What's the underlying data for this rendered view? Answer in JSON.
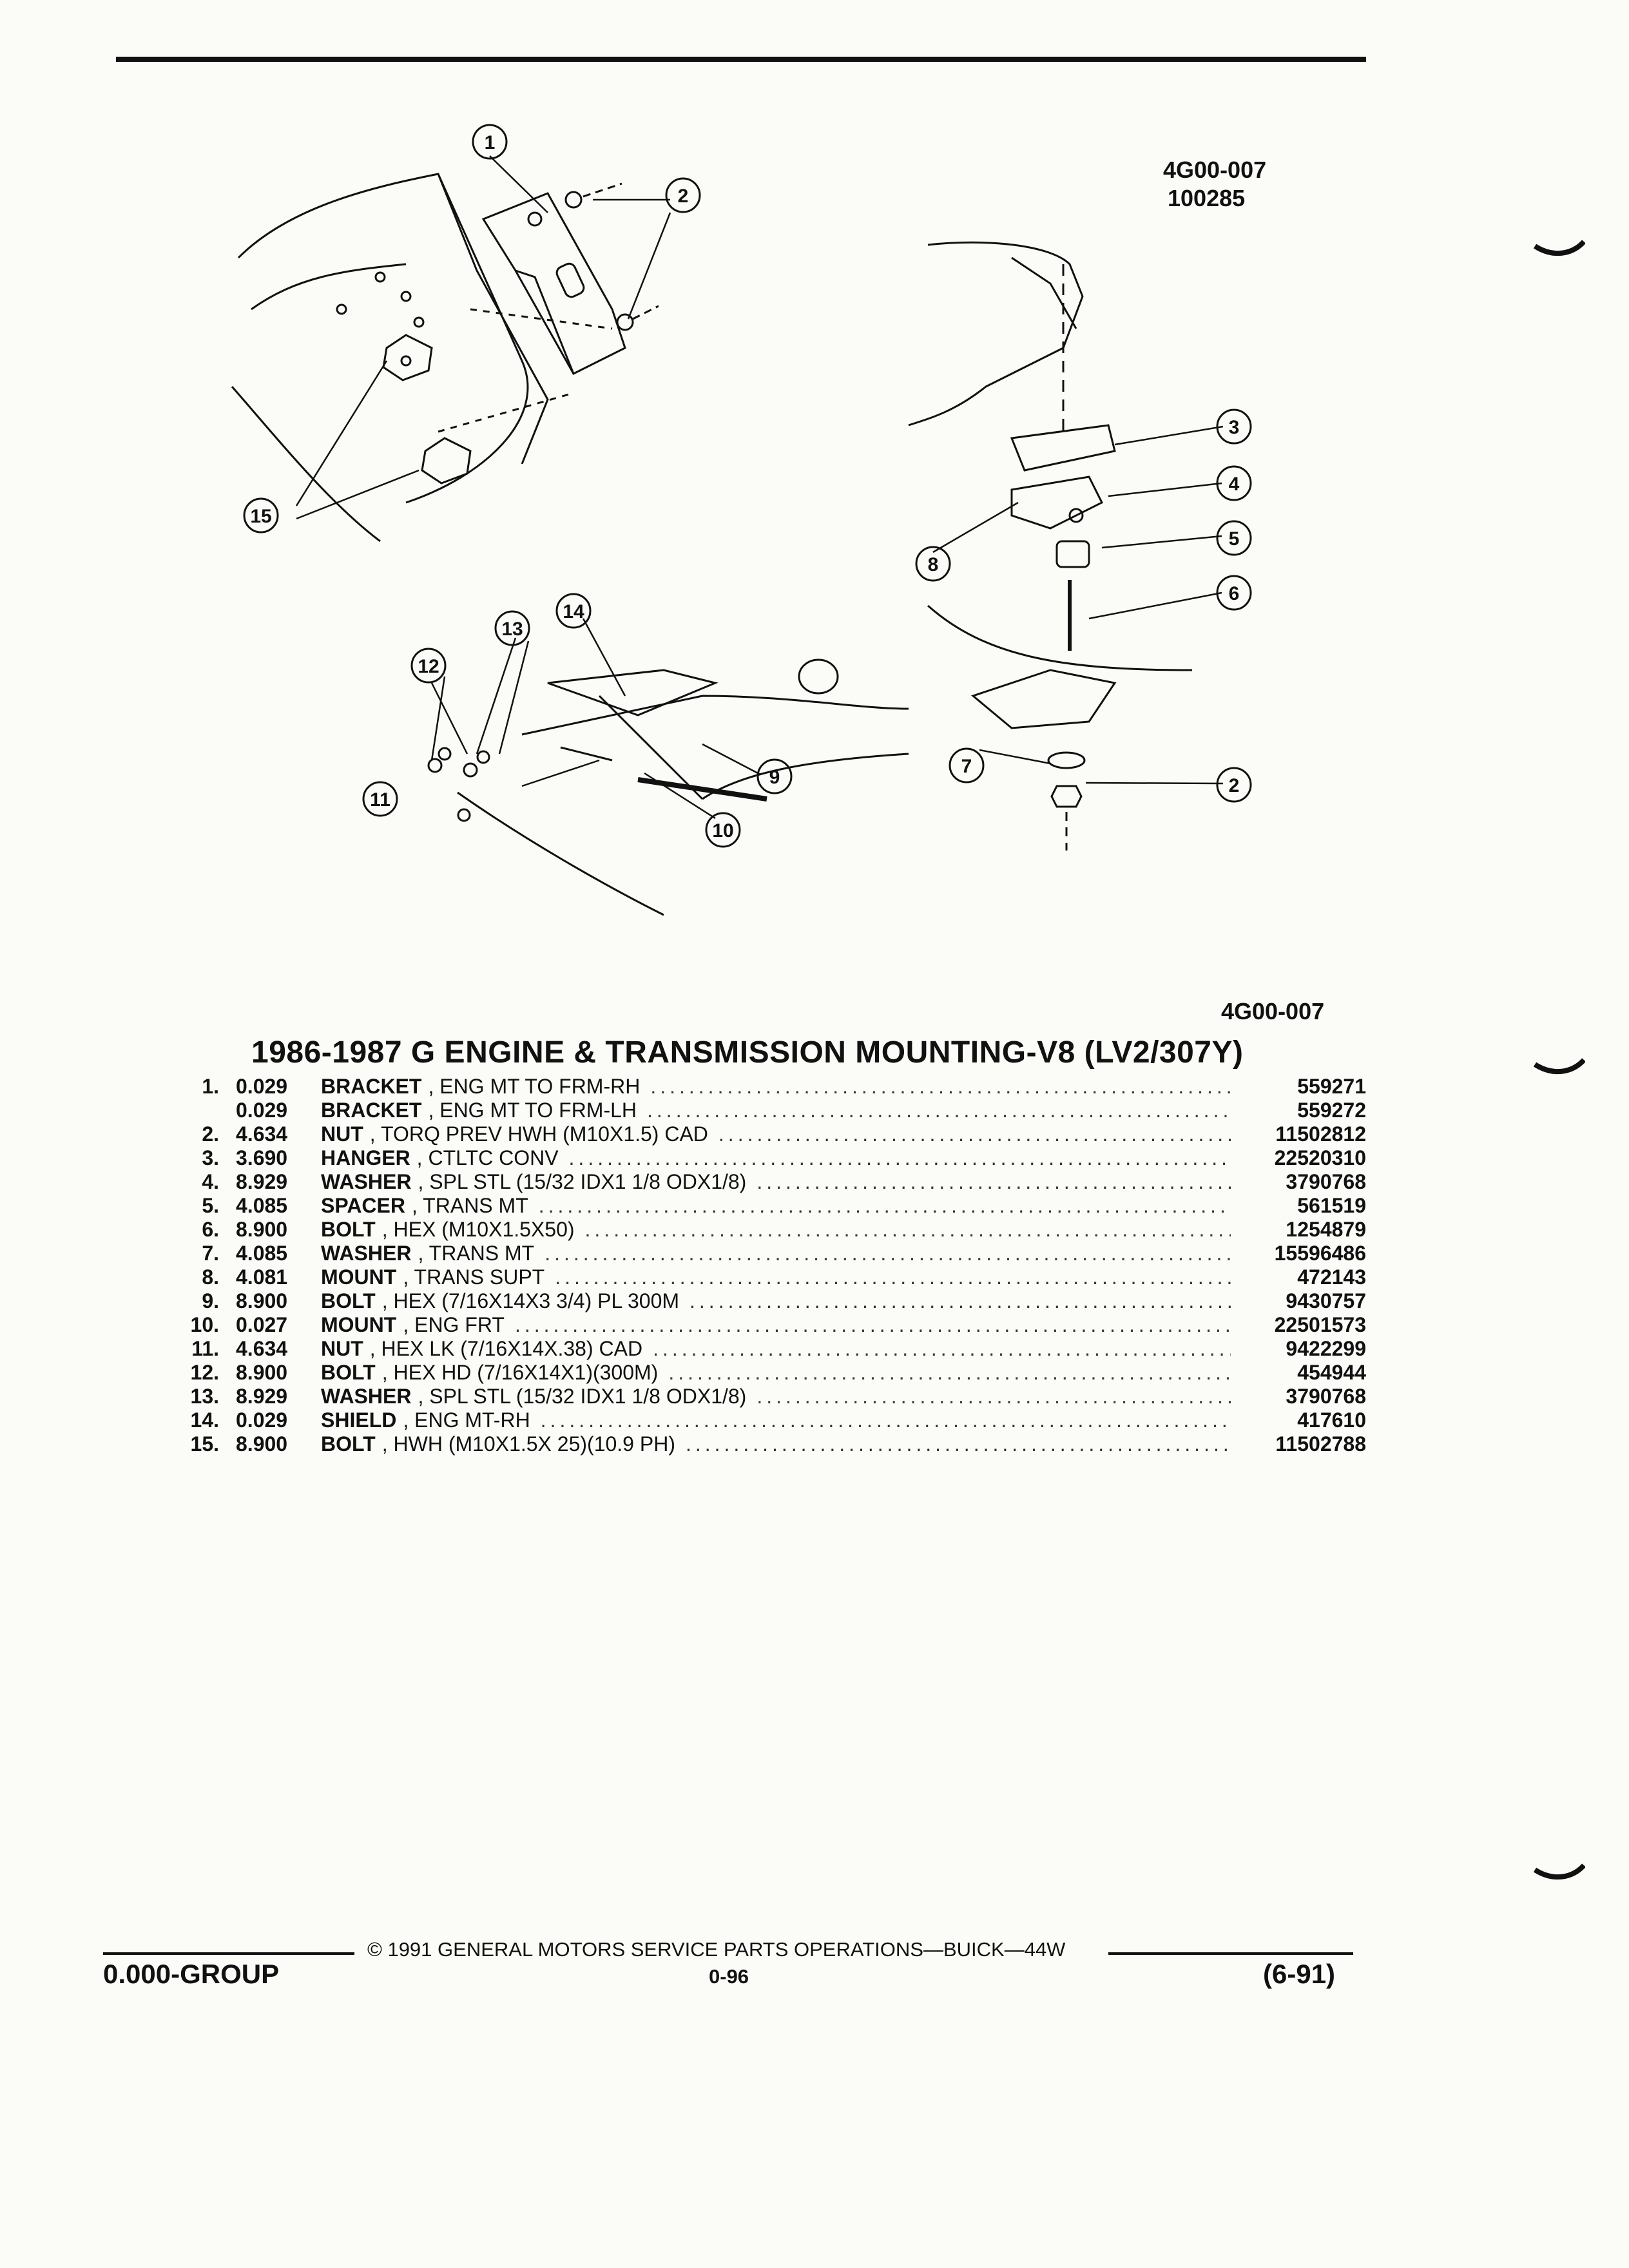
{
  "header": {
    "ref_code": "4G00-007",
    "ref_date": "100285"
  },
  "figure": {
    "callouts": [
      "1",
      "2",
      "3",
      "4",
      "5",
      "6",
      "7",
      "8",
      "9",
      "10",
      "11",
      "12",
      "13",
      "14",
      "15",
      "2"
    ],
    "bottom_code": "4G00-007"
  },
  "title": "1986-1987 G ENGINE & TRANSMISSION MOUNTING-V8 (LV2/307Y)",
  "parts": [
    {
      "num": "1.",
      "code": "0.029",
      "name": "BRACKET",
      "spec": ", ENG MT TO FRM-RH",
      "pn": "559271"
    },
    {
      "num": "",
      "code": "0.029",
      "name": "BRACKET",
      "spec": ", ENG MT TO FRM-LH",
      "pn": "559272"
    },
    {
      "num": "2.",
      "code": "4.634",
      "name": "NUT",
      "spec": ", TORQ PREV HWH (M10X1.5) CAD",
      "pn": "11502812"
    },
    {
      "num": "3.",
      "code": "3.690",
      "name": "HANGER",
      "spec": ", CTLTC CONV",
      "pn": "22520310"
    },
    {
      "num": "4.",
      "code": "8.929",
      "name": "WASHER",
      "spec": ", SPL STL (15/32 IDX1 1/8 ODX1/8)",
      "pn": "3790768"
    },
    {
      "num": "5.",
      "code": "4.085",
      "name": "SPACER",
      "spec": ", TRANS MT",
      "pn": "561519"
    },
    {
      "num": "6.",
      "code": "8.900",
      "name": "BOLT",
      "spec": ", HEX (M10X1.5X50)",
      "pn": "1254879"
    },
    {
      "num": "7.",
      "code": "4.085",
      "name": "WASHER",
      "spec": ", TRANS MT",
      "pn": "15596486"
    },
    {
      "num": "8.",
      "code": "4.081",
      "name": "MOUNT",
      "spec": ", TRANS SUPT",
      "pn": "472143"
    },
    {
      "num": "9.",
      "code": "8.900",
      "name": "BOLT",
      "spec": ", HEX (7/16X14X3 3/4) PL 300M",
      "pn": "9430757"
    },
    {
      "num": "10.",
      "code": "0.027",
      "name": "MOUNT",
      "spec": ", ENG FRT",
      "pn": "22501573"
    },
    {
      "num": "11.",
      "code": "4.634",
      "name": "NUT",
      "spec": ", HEX LK (7/16X14X.38) CAD",
      "pn": "9422299"
    },
    {
      "num": "12.",
      "code": "8.900",
      "name": "BOLT",
      "spec": ", HEX HD (7/16X14X1)(300M)",
      "pn": "454944"
    },
    {
      "num": "13.",
      "code": "8.929",
      "name": "WASHER",
      "spec": ", SPL STL (15/32 IDX1 1/8 ODX1/8)",
      "pn": "3790768"
    },
    {
      "num": "14.",
      "code": "0.029",
      "name": "SHIELD",
      "spec": ", ENG MT-RH",
      "pn": "417610"
    },
    {
      "num": "15.",
      "code": "8.900",
      "name": "BOLT",
      "spec": ", HWH (M10X1.5X 25)(10.9 PH)",
      "pn": "11502788"
    }
  ],
  "footer": {
    "group": "0.000-GROUP",
    "copyright": "© 1991 GENERAL MOTORS SERVICE PARTS OPERATIONS—BUICK—44W",
    "page": "0-96",
    "revision": "(6-91)"
  }
}
